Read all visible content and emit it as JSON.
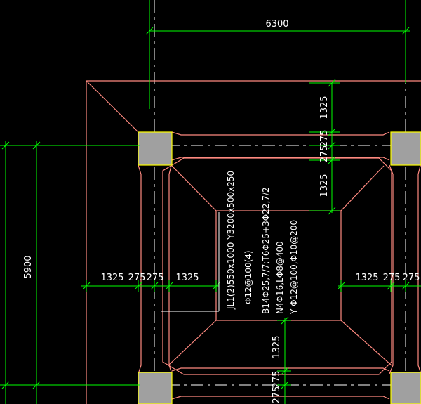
{
  "dimensions": {
    "top_span": "6300",
    "left_span": "5900",
    "right_vertical": [
      "1325",
      "275",
      "275",
      "1325"
    ],
    "left_horizontal": [
      "1325",
      "275",
      "275",
      "1325"
    ],
    "right_horizontal": [
      "1325",
      "275",
      "275"
    ],
    "bottom_vertical": [
      "1325",
      "275",
      "275"
    ]
  },
  "beam_annotation": {
    "line1": "JL1(2)550x1000 Y3200x500x250",
    "line2": "Φ12@100(4)",
    "line3": "B14Φ25,7/7;T6Φ25+3Φ22,7/2",
    "line4": "N4Φ16,LΦ8@400",
    "line5": "Y Φ12@100,Φ10@200"
  },
  "colors": {
    "background": "#000000",
    "dimension_line": "#00ff00",
    "outline": "#ff8a80",
    "column_fill": "#a0a0a0",
    "column_border": "#ffff00",
    "axis": "#ffffff",
    "text": "#ffffff"
  }
}
